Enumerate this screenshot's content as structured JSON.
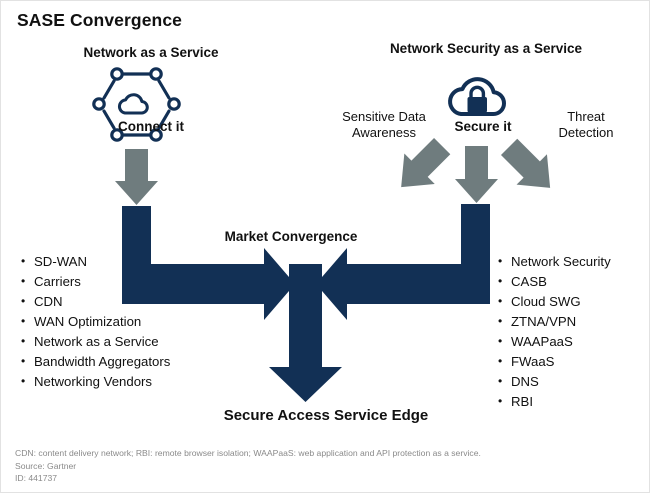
{
  "title": "SASE Convergence",
  "colors": {
    "navy": "#123055",
    "grey": "#6f7c7e",
    "text": "#111111",
    "footnote": "#8a8a8a",
    "background": "#ffffff",
    "border": "#e2e2e2"
  },
  "left_group": {
    "heading": "Network as a Service",
    "icon_name": "network-cloud-icon",
    "icon_caption": "Connect it",
    "arrow_label": "down-arrow-connect",
    "items": [
      "SD-WAN",
      "Carriers",
      "CDN",
      "WAN Optimization",
      "Network as a Service",
      "Bandwidth Aggregators",
      "Networking Vendors"
    ]
  },
  "right_group": {
    "heading": "Network Security as a Service",
    "icon_name": "cloud-lock-icon",
    "icon_caption": "Secure it",
    "side_labels": [
      "Sensitive Data\nAwareness",
      "Threat\nDetection"
    ],
    "sensitive_data_label_line1": "Sensitive Data",
    "sensitive_data_label_line2": "Awareness",
    "threat_detection_label_line1": "Threat",
    "threat_detection_label_line2": "Detection",
    "items": [
      "Network Security",
      "CASB",
      "Cloud SWG",
      "ZTNA/VPN",
      "WAAPaaS",
      "FWaaS",
      "DNS",
      "RBI"
    ]
  },
  "center": {
    "convergence_label": "Market Convergence",
    "outcome_label": "Secure Access Service Edge"
  },
  "footnote": {
    "line1": "CDN: content delivery network; RBI: remote browser isolation; WAAPaaS: web application and API protection as a service.",
    "line2": "Source: Gartner",
    "line3": "ID: 441737"
  }
}
